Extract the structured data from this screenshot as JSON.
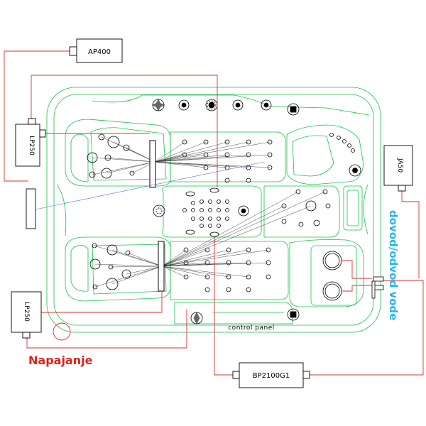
{
  "components": {
    "ap400": "AP400",
    "lp250_top": "LP250",
    "lp250_bottom": "LP250",
    "ja50": "JA50",
    "bp2100g1": "BP2100G1"
  },
  "labels": {
    "control_panel": "control panel",
    "power_supply": "Napajanje",
    "water_inlet_outlet": "dovod/odvod vode"
  },
  "colors": {
    "shell": "#19c24a",
    "wiring": "#d9302a",
    "jets": "#000000",
    "power_label": "#e0201b",
    "water_label": "#27b6ea",
    "blue_line": "#4a6fd8"
  }
}
